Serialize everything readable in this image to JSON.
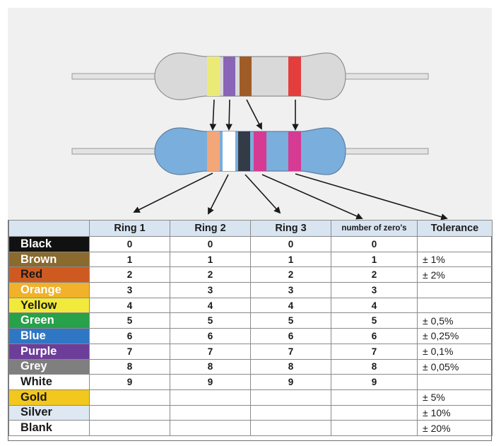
{
  "colors": {
    "background_panel": "#f0f0f0",
    "resistor_top_body": "#d9d9d9",
    "resistor_bottom_body": "#7aaedc",
    "lead": "#e3e3e3",
    "arrow": "#1a1a1a",
    "header_bg": "#d8e5f1"
  },
  "resistors": [
    {
      "name": "top",
      "band_colors": [
        "#ecea76",
        "#8a64b6",
        "#a05c27",
        "#e43d3d"
      ]
    },
    {
      "name": "bottom",
      "band_colors": [
        "#f3a677",
        "#ffffff",
        "#333b46",
        "#d63a92",
        "#d63a92"
      ]
    }
  ],
  "table": {
    "headers": [
      "",
      "Ring 1",
      "Ring 2",
      "Ring 3",
      "number of zero's",
      "Tolerance"
    ],
    "rows": [
      {
        "name": "Black",
        "bg": "#111111",
        "fg": "#ffffff",
        "ring1": "0",
        "ring2": "0",
        "ring3": "0",
        "zeros": "0",
        "tolerance": ""
      },
      {
        "name": "Brown",
        "bg": "#8a6a2e",
        "fg": "#ffffff",
        "ring1": "1",
        "ring2": "1",
        "ring3": "1",
        "zeros": "1",
        "tolerance": "± 1%"
      },
      {
        "name": "Red",
        "bg": "#cf5a21",
        "fg": "#1a1a1a",
        "ring1": "2",
        "ring2": "2",
        "ring3": "2",
        "zeros": "2",
        "tolerance": "± 2%"
      },
      {
        "name": "Orange",
        "bg": "#f1b12a",
        "fg": "#ffffff",
        "ring1": "3",
        "ring2": "3",
        "ring3": "3",
        "zeros": "3",
        "tolerance": ""
      },
      {
        "name": "Yellow",
        "bg": "#f2ea3a",
        "fg": "#1a1a1a",
        "ring1": "4",
        "ring2": "4",
        "ring3": "4",
        "zeros": "4",
        "tolerance": ""
      },
      {
        "name": "Green",
        "bg": "#27a14a",
        "fg": "#ffffff",
        "ring1": "5",
        "ring2": "5",
        "ring3": "5",
        "zeros": "5",
        "tolerance": "± 0,5%"
      },
      {
        "name": "Blue",
        "bg": "#2f77c4",
        "fg": "#ffffff",
        "ring1": "6",
        "ring2": "6",
        "ring3": "6",
        "zeros": "6",
        "tolerance": "± 0,25%"
      },
      {
        "name": "Purple",
        "bg": "#6c3e9a",
        "fg": "#ffffff",
        "ring1": "7",
        "ring2": "7",
        "ring3": "7",
        "zeros": "7",
        "tolerance": "± 0,1%"
      },
      {
        "name": "Grey",
        "bg": "#7f7f7f",
        "fg": "#ffffff",
        "ring1": "8",
        "ring2": "8",
        "ring3": "8",
        "zeros": "8",
        "tolerance": "± 0,05%"
      },
      {
        "name": "White",
        "bg": "#ffffff",
        "fg": "#1a1a1a",
        "ring1": "9",
        "ring2": "9",
        "ring3": "9",
        "zeros": "9",
        "tolerance": ""
      },
      {
        "name": "Gold",
        "bg": "#f3c81e",
        "fg": "#1a1a1a",
        "ring1": "",
        "ring2": "",
        "ring3": "",
        "zeros": "",
        "tolerance": "± 5%"
      },
      {
        "name": "Silver",
        "bg": "#dde8f3",
        "fg": "#1a1a1a",
        "ring1": "",
        "ring2": "",
        "ring3": "",
        "zeros": "",
        "tolerance": "± 10%"
      },
      {
        "name": "Blank",
        "bg": "#ffffff",
        "fg": "#1a1a1a",
        "ring1": "",
        "ring2": "",
        "ring3": "",
        "zeros": "",
        "tolerance": "± 20%"
      }
    ]
  }
}
